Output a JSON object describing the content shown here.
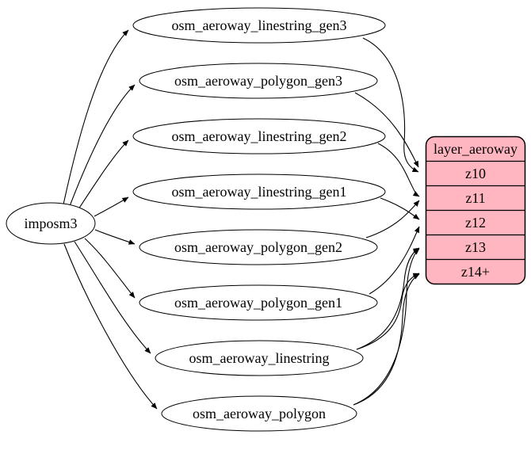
{
  "diagram": {
    "type": "etl-graph",
    "source": {
      "label": "imposm3"
    },
    "tables": [
      {
        "label": "osm_aeroway_linestring_gen3"
      },
      {
        "label": "osm_aeroway_polygon_gen3"
      },
      {
        "label": "osm_aeroway_linestring_gen2"
      },
      {
        "label": "osm_aeroway_linestring_gen1"
      },
      {
        "label": "osm_aeroway_polygon_gen2"
      },
      {
        "label": "osm_aeroway_polygon_gen1"
      },
      {
        "label": "osm_aeroway_linestring"
      },
      {
        "label": "osm_aeroway_polygon"
      }
    ],
    "layer": {
      "title": "layer_aeroway",
      "rows": [
        "z10",
        "z11",
        "z12",
        "z13",
        "z14+"
      ],
      "fill_color": "#ffb6c1",
      "border_color": "#000000"
    },
    "node_fill": "#ffffff",
    "edge_color": "#000000",
    "edges": [
      {
        "from": "imposm3",
        "to": "osm_aeroway_linestring_gen3"
      },
      {
        "from": "imposm3",
        "to": "osm_aeroway_polygon_gen3"
      },
      {
        "from": "imposm3",
        "to": "osm_aeroway_linestring_gen2"
      },
      {
        "from": "imposm3",
        "to": "osm_aeroway_linestring_gen1"
      },
      {
        "from": "imposm3",
        "to": "osm_aeroway_polygon_gen2"
      },
      {
        "from": "imposm3",
        "to": "osm_aeroway_polygon_gen1"
      },
      {
        "from": "imposm3",
        "to": "osm_aeroway_linestring"
      },
      {
        "from": "imposm3",
        "to": "osm_aeroway_polygon"
      },
      {
        "from": "osm_aeroway_linestring_gen3",
        "to": "layer_aeroway:z10"
      },
      {
        "from": "osm_aeroway_polygon_gen3",
        "to": "layer_aeroway:z10"
      },
      {
        "from": "osm_aeroway_linestring_gen2",
        "to": "layer_aeroway:z11"
      },
      {
        "from": "osm_aeroway_polygon_gen2",
        "to": "layer_aeroway:z11"
      },
      {
        "from": "osm_aeroway_linestring_gen1",
        "to": "layer_aeroway:z12"
      },
      {
        "from": "osm_aeroway_polygon_gen1",
        "to": "layer_aeroway:z12"
      },
      {
        "from": "osm_aeroway_linestring",
        "to": "layer_aeroway:z13"
      },
      {
        "from": "osm_aeroway_linestring",
        "to": "layer_aeroway:z14+"
      },
      {
        "from": "osm_aeroway_polygon",
        "to": "layer_aeroway:z13"
      },
      {
        "from": "osm_aeroway_polygon",
        "to": "layer_aeroway:z14+"
      }
    ]
  }
}
